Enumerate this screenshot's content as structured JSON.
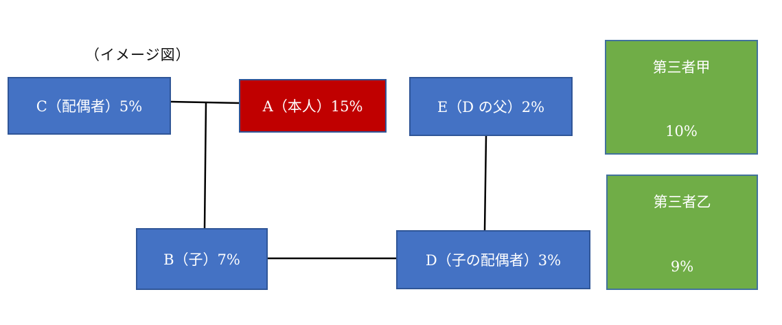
{
  "caption": "（イメージ図）",
  "nodes": {
    "c": "C（配偶者）5%",
    "a": "A（本人）15%",
    "e": "E（D の父）2%",
    "b": "B（子）7%",
    "d": "D（子の配偶者）3%"
  },
  "third_parties": [
    {
      "name": "第三者甲",
      "share": "10%"
    },
    {
      "name": "第三者乙",
      "share": "9%"
    }
  ],
  "colors": {
    "person": "#4472c4",
    "principal": "#c00000",
    "third_party": "#70ad47",
    "line": "#000000"
  }
}
